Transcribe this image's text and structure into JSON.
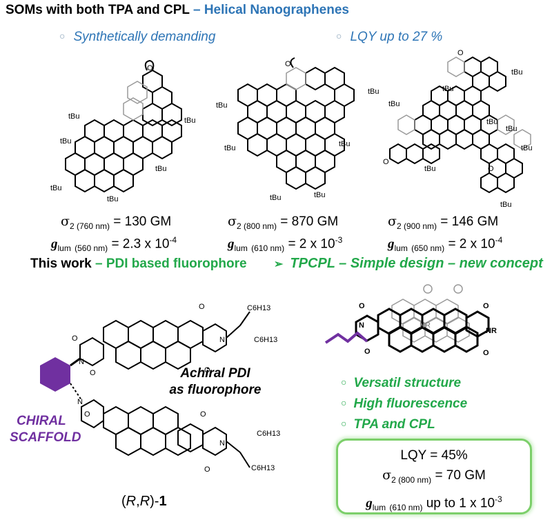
{
  "header": {
    "title_black": "SOMs with both TPA and CPL",
    "title_blue": "– Helical Nanographenes",
    "bullet_left": "Synthetically demanding",
    "bullet_right": "LQY up to 27 %"
  },
  "molecules": [
    {
      "sigma_sub": "2 (760 nm)",
      "sigma_value": "= 130 GM",
      "glum_sub": "(560 nm)",
      "glum_value": "= 2.3 x 10",
      "glum_exp": "-4",
      "labels": [
        "tBu",
        "tBu",
        "tBu",
        "tBu",
        "tBu",
        "tBu"
      ]
    },
    {
      "sigma_sub": "2 (800 nm)",
      "sigma_value": "= 870 GM",
      "glum_sub": "(610 nm)",
      "glum_value": "= 2 x 10",
      "glum_exp": "-3",
      "labels": [
        "tBu",
        "tBu",
        "tBu",
        "tBu",
        "tBu",
        "tBu"
      ]
    },
    {
      "sigma_sub": "2 (900 nm)",
      "sigma_value": "= 146 GM",
      "glum_sub": "(650 nm)",
      "glum_value": "= 2 x 10",
      "glum_exp": "-4",
      "labels": [
        "tBu",
        "tBu",
        "tBu",
        "tBu",
        "tBu",
        "tBu",
        "tBu",
        "tBu"
      ]
    }
  ],
  "this_work": {
    "black": "This work",
    "green": "– PDI based fluorophore",
    "arrow": "➢",
    "tpcpl": "TPCPL – Simple design – new concept"
  },
  "structure": {
    "chiral_line1": "CHIRAL",
    "chiral_line2": "SCAFFOLD",
    "achiral_line1": "Achiral PDI",
    "achiral_line2": "as fluorophore",
    "compound_open": "(",
    "compound_r1": "R",
    "compound_comma": ",",
    "compound_r2": "R",
    "compound_close": ")-",
    "compound_num": "1",
    "c6h13": "C6H13",
    "atom_n": "N",
    "atom_o": "O",
    "atom_r": "R",
    "atom_nr": "NR"
  },
  "features": [
    "Versatil structure",
    "High fluorescence",
    "TPA and CPL"
  ],
  "box": {
    "lqy": "LQY = 45%",
    "sigma_sub": "2 (800 nm)",
    "sigma_value": "= 70 GM",
    "glum_sub": "(610 nm)",
    "glum_value": "up to 1 x 10",
    "glum_exp": "-3"
  },
  "symbols": {
    "sigma": "σ",
    "g": "g",
    "lum": "lum",
    "bullet": "○"
  },
  "colors": {
    "blue": "#2e75b6",
    "green": "#22a84a",
    "purple": "#7030a0",
    "box_border": "#7ccf6a"
  }
}
